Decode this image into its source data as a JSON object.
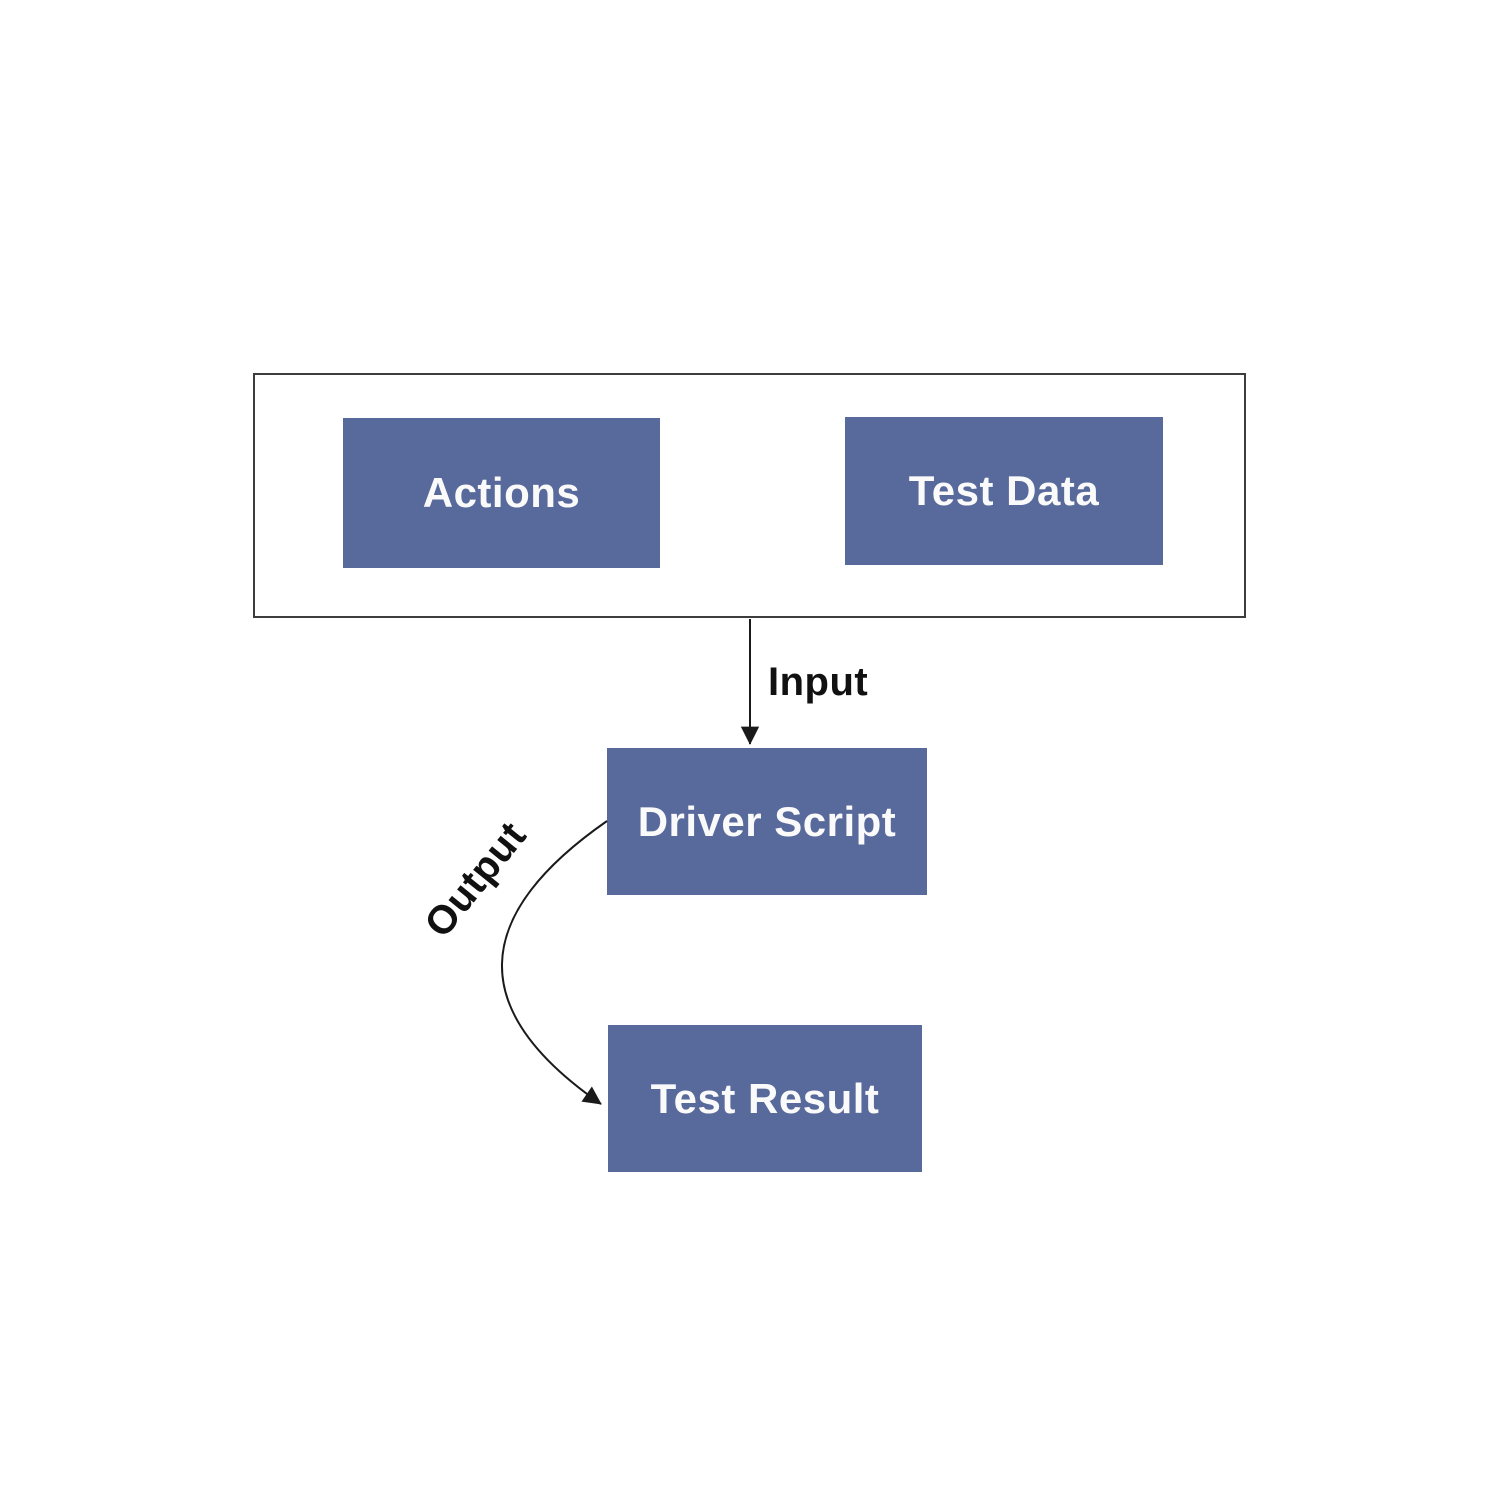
{
  "colors": {
    "background": "#ffffff",
    "node_fill": "#58699b",
    "node_text": "#fafafa",
    "container_border": "#3d3d3d",
    "edge_color": "#1a1a1a",
    "edge_label_color": "#111111"
  },
  "nodes": {
    "actions": {
      "label": "Actions"
    },
    "test_data": {
      "label": "Test Data"
    },
    "driver_script": {
      "label": "Driver Script"
    },
    "test_result": {
      "label": "Test Result"
    }
  },
  "edges": {
    "input": {
      "label": "Input",
      "from": "sources-group",
      "to": "driver-script"
    },
    "output": {
      "label": "Output",
      "from": "driver-script",
      "to": "test-result"
    }
  }
}
